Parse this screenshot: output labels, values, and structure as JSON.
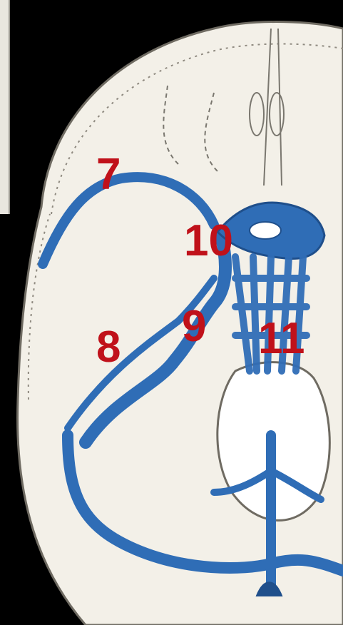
{
  "labels": {
    "l7": "7",
    "l8": "8",
    "l9": "9",
    "l10": "10",
    "l11": "11"
  },
  "colors": {
    "background": "#000000",
    "paper": "#f3f0e8",
    "vein": "#2f6db6",
    "vein_dark": "#1f4f8b",
    "label": "#c0111a",
    "ink": "#7a776f"
  }
}
